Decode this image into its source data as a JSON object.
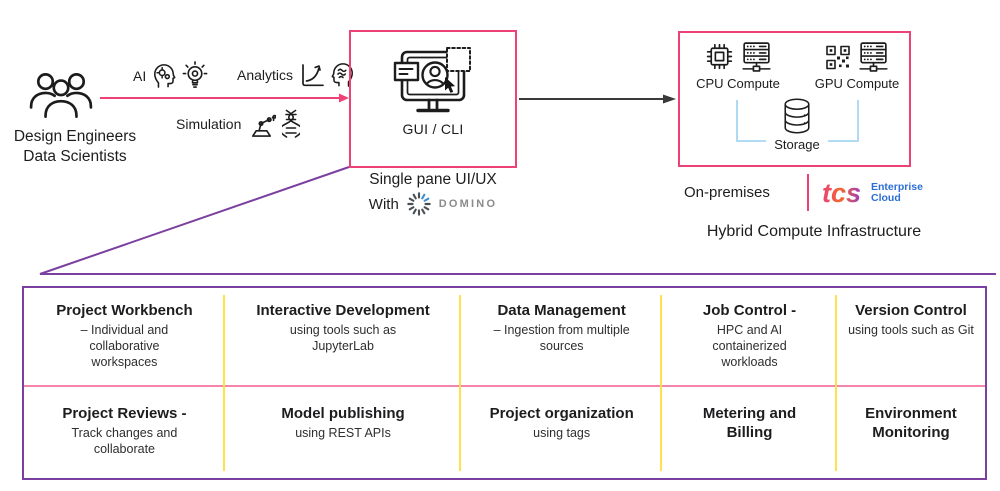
{
  "colors": {
    "pink_accent": "#ee4277",
    "purple_accent": "#7b3fa0",
    "yellow_divider": "#ffe14d",
    "light_blue_link": "#a8d6f2",
    "row_divider_pink": "#f585a8",
    "tcs_blue": "#2b6fd4",
    "domino_gray": "#8b8b8b",
    "ink": "#1d1d1f"
  },
  "flow": {
    "actors": {
      "line1": "Design Engineers",
      "line2": "Data Scientists"
    },
    "labels": {
      "ai": "AI",
      "analytics": "Analytics",
      "simulation": "Simulation"
    },
    "ui_box": {
      "label": "GUI / CLI",
      "caption": "Single pane UI/UX",
      "with_word": "With",
      "brand": "DOMINO"
    },
    "infra": {
      "cpu": "CPU Compute",
      "gpu": "GPU Compute",
      "storage": "Storage",
      "on_premises": "On-premises",
      "tcs_wordmark": "tcs",
      "tcs_line1": "Enterprise",
      "tcs_line2": "Cloud",
      "title": "Hybrid Compute Infrastructure"
    }
  },
  "table": {
    "rows": [
      [
        {
          "title": "Project Workbench",
          "subtitle": "– Individual and collaborative workspaces"
        },
        {
          "title": "Interactive Development",
          "subtitle": "using tools such as JupyterLab"
        },
        {
          "title": "Data Management",
          "subtitle": "– Ingestion from multiple sources"
        },
        {
          "title": "Job Control -",
          "subtitle": "HPC and AI containerized workloads"
        },
        {
          "title": "Version Control",
          "subtitle": "using tools such as Git"
        }
      ],
      [
        {
          "title": "Project Reviews -",
          "subtitle": "Track changes and collaborate"
        },
        {
          "title": "Model publishing",
          "subtitle": "using REST APIs"
        },
        {
          "title": "Project organization",
          "subtitle": "using tags"
        },
        {
          "title": "Metering and Billing",
          "subtitle": ""
        },
        {
          "title": "Environment Monitoring",
          "subtitle": ""
        }
      ]
    ]
  }
}
